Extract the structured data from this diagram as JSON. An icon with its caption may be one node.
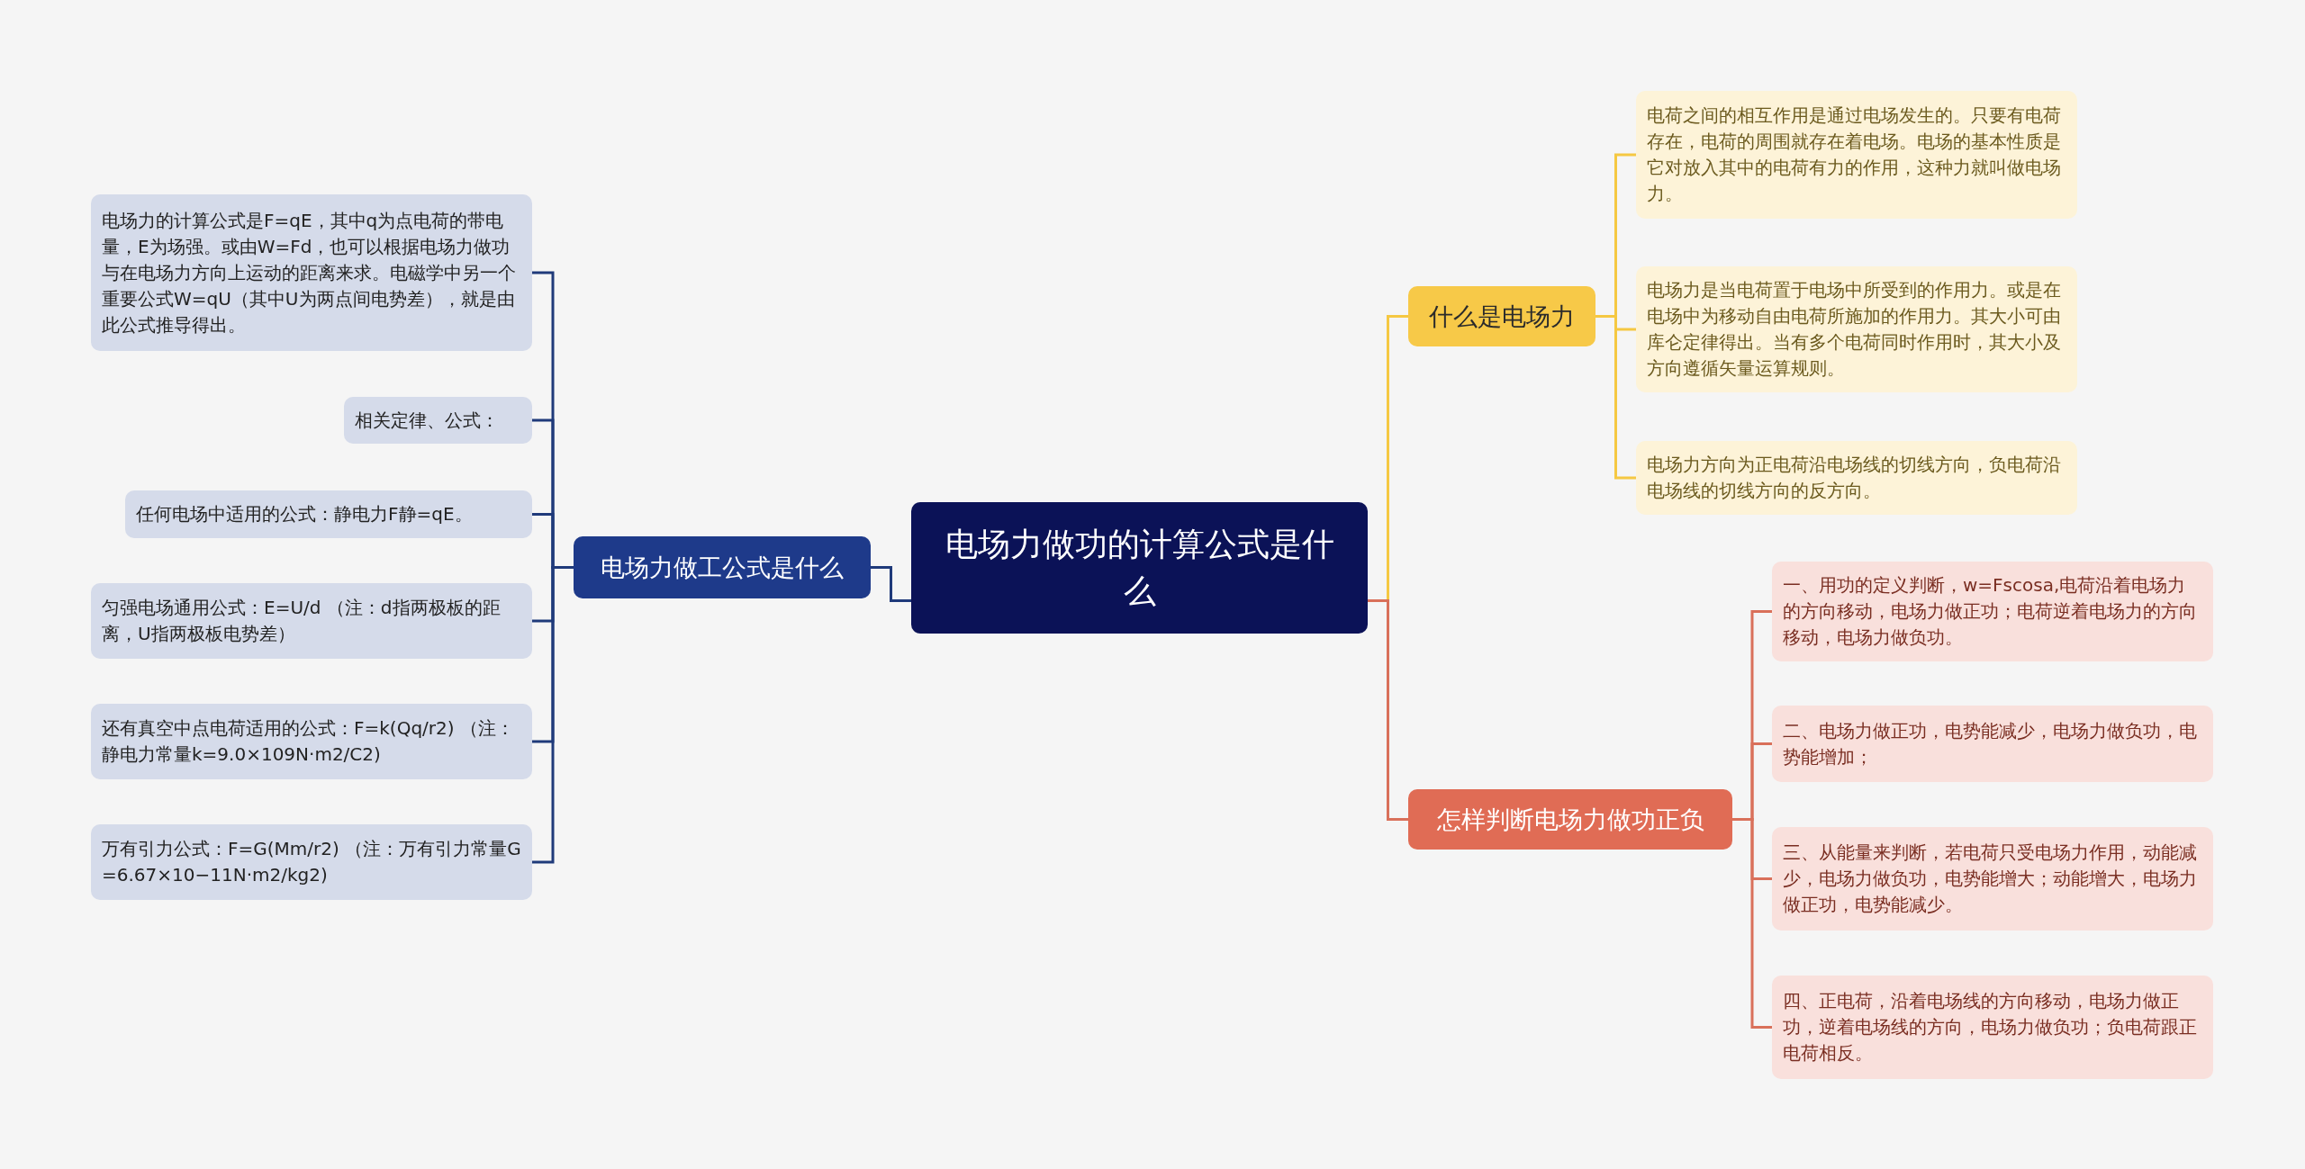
{
  "diagram": {
    "nodes": [
      {
        "text": [
          "电场力做功的计算公式是什么"
        ]
      },
      {
        "text": [
          "电场力做工公式是什么"
        ]
      },
      {
        "text": [
          "电场力的计算公式是F=qE，其中q为点电荷的带电量，E为场强。或由W=Fd，也可以根据电场力做功与在电场力方向上运动的距离来求。电磁学中另一个重要公式W=qU（其中U为两点间电势差），就是由此公式推导得出。"
        ]
      },
      {
        "text": [
          "相关定律、公式："
        ]
      },
      {
        "text": [
          "任何电场中适用的公式：静电力F静=qE。"
        ]
      },
      {
        "text": [
          "匀强电场通用公式：E=U/d （注：d指两极板的距离，U指两极板电势差）"
        ]
      },
      {
        "text": [
          "还有真空中点电荷适用的公式：F=k(Qq/r2) （注：静电力常量k=9.0×109N·m2/C2)"
        ]
      },
      {
        "text": [
          "万有引力公式：F=G(Mm/r2) （注：万有引力常量G=6.67×10−11N·m2/kg2)"
        ]
      },
      {
        "text": [
          "什么是电场力"
        ]
      },
      {
        "text": [
          "电荷之间的相互作用是通过电场发生的。只要有电荷存在，电荷的周围就存在着电场。电场的基本性质是它对放入其中的电荷有力的作用，这种力就叫做电场力。"
        ]
      },
      {
        "text": [
          "电场力是当电荷置于电场中所受到的作用力。或是在电场中为移动自由电荷所施加的作用力。其大小可由库仑定律得出。当有多个电荷同时作用时，其大小及方向遵循矢量运算规则。"
        ]
      },
      {
        "text": [
          "电场力方向为正电荷沿电场线的切线方向，负电荷沿电场线的切线方向的反方向。"
        ]
      },
      {
        "text": [
          "怎样判断电场力做功正负"
        ]
      },
      {
        "text": [
          "一、用功的定义判断，w=Fscosa,电荷沿着电场力的方向移动，电场力做正功；电荷逆着电场力的方向移动，电场力做负功。"
        ]
      },
      {
        "text": [
          "二、电场力做正功，电势能减少，电场力做负功，电势能增加；"
        ]
      },
      {
        "text": [
          "三、从能量来判断，若电荷只受电场力作用，动能减少，电场力做负功，电势能增大；动能增大，电场力做正功，电势能减少。"
        ]
      },
      {
        "text": [
          "四、正电荷，沿着电场线的方向移动，电场力做正功，逆着电场线的方向，电场力做负功；负电荷跟正电荷相反。"
        ]
      }
    ],
    "edges": [
      {
        "from": 0,
        "to": 1,
        "arrow": "none"
      },
      {
        "from": 1,
        "to": 2,
        "arrow": "none"
      },
      {
        "from": 1,
        "to": 3,
        "arrow": "none"
      },
      {
        "from": 1,
        "to": 4,
        "arrow": "none"
      },
      {
        "from": 1,
        "to": 5,
        "arrow": "none"
      },
      {
        "from": 1,
        "to": 6,
        "arrow": "none"
      },
      {
        "from": 1,
        "to": 7,
        "arrow": "none"
      },
      {
        "from": 0,
        "to": 8,
        "arrow": "none",
        "color": "#f5c842"
      },
      {
        "from": 8,
        "to": 9,
        "arrow": "none",
        "color": "#f5c842"
      },
      {
        "from": 8,
        "to": 10,
        "arrow": "none",
        "color": "#f5c842"
      },
      {
        "from": 8,
        "to": 11,
        "arrow": "none",
        "color": "#f5c842"
      },
      {
        "from": 0,
        "to": 12,
        "arrow": "none",
        "color": "#d9705a"
      },
      {
        "from": 12,
        "to": 13,
        "arrow": "none",
        "color": "#d9705a"
      },
      {
        "from": 12,
        "to": 14,
        "arrow": "none",
        "color": "#d9705a"
      },
      {
        "from": 12,
        "to": 15,
        "arrow": "none",
        "color": "#d9705a"
      },
      {
        "from": 12,
        "to": 16,
        "arrow": "none",
        "color": "#d9705a"
      }
    ]
  }
}
